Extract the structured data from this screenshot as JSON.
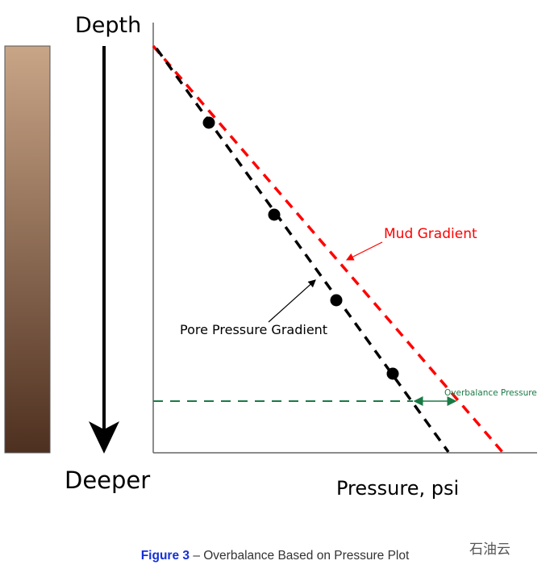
{
  "diagram": {
    "depth_label": "Depth",
    "deeper_label": "Deeper",
    "x_axis_label": "Pressure, psi",
    "mud_gradient_label": "Mud Gradient",
    "pore_pressure_label": "Pore Pressure Gradient",
    "overbalance_label": "Overbalance Pressure",
    "colors": {
      "mud": "#ff0000",
      "pore": "#000000",
      "overbalance": "#1a7a45",
      "formation_top": "#c9a587",
      "formation_bottom": "#4e3020"
    }
  },
  "caption": {
    "figure": "Figure 3",
    "text": " – Overbalance Based on Pressure Plot"
  },
  "watermark": "石油云"
}
